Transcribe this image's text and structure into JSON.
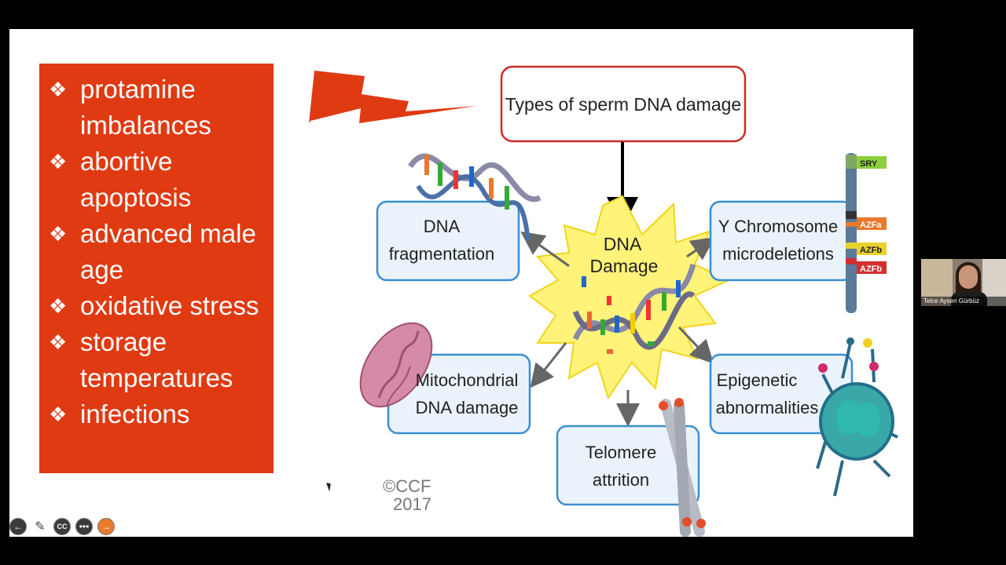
{
  "slide": {
    "bullets": [
      "protamine imbalances",
      "abortive apoptosis",
      "advanced male age",
      "oxidative stress",
      "storage temperatures",
      "infections"
    ],
    "bullet_icon": "diamond-bullet-icon",
    "diagram": {
      "title": "Types of sperm DNA damage",
      "center_line1": "DNA",
      "center_line2": "Damage",
      "dna_frag_line1": "DNA",
      "dna_frag_line2": "fragmentation",
      "mito_line1": "Mitochondrial",
      "mito_line2": "DNA damage",
      "telomere_line1": "Telomere",
      "telomere_line2": "attrition",
      "ychrom_line1": "Y Chromosome",
      "ychrom_line2": "microdeletions",
      "epi_line1": "Epigenetic",
      "epi_line2": "abnormalities",
      "chrom_labels": {
        "sry": "SRY",
        "azfa": "AZFa",
        "azfb": "AZFb",
        "azfc": "AZFb"
      },
      "copyright_line1": "©CCF",
      "copyright_line2": "2017"
    },
    "colors": {
      "bullet_box": "#e03a12",
      "title_border": "#cc2a2a",
      "box_border": "#3a8ed0",
      "box_fill": "#eaf3fb",
      "burst": "#fff37a"
    }
  },
  "toolbar": {
    "prev_icon": "arrow-left-icon",
    "pen_icon": "pen-icon",
    "cc_label": "CC",
    "more_icon": "more-icon",
    "next_icon": "arrow-right-icon"
  },
  "participant": {
    "name": "Telce Aysen Gürbüz"
  }
}
